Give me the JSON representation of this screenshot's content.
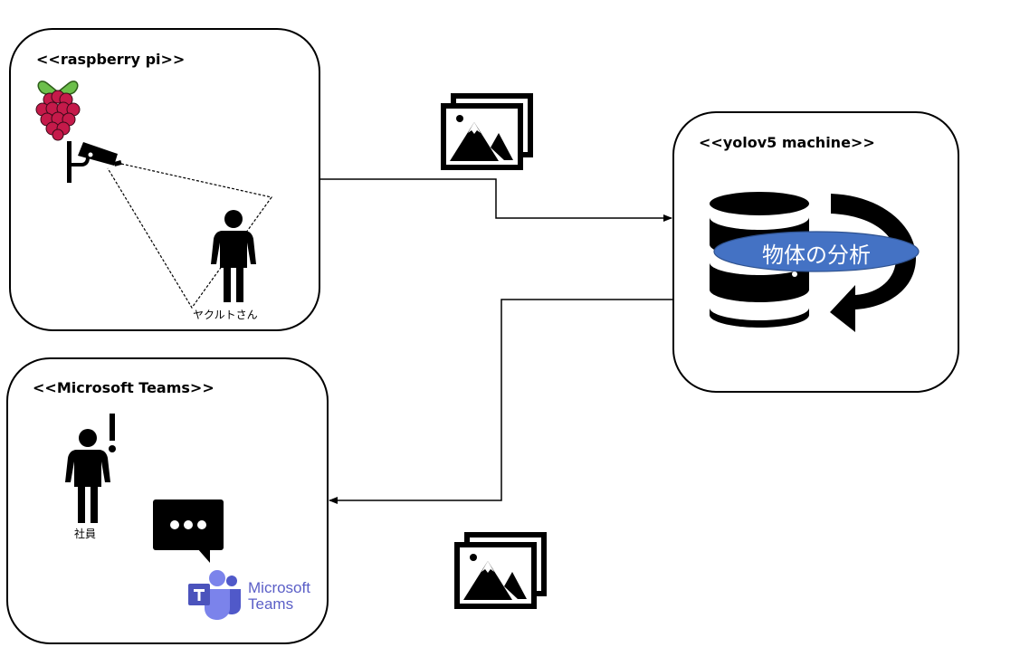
{
  "diagram": {
    "nodes": {
      "raspberry_pi": {
        "title": "<<raspberry pi>>",
        "icons": [
          "raspberry-pi-logo",
          "security-camera",
          "person"
        ],
        "person_label": "ヤクルトさん"
      },
      "yolov5_machine": {
        "title": "<<yolov5 machine>>",
        "icons": [
          "database",
          "circular-arrow"
        ],
        "process_label": "物体の分析",
        "process_color": "#4472c4"
      },
      "microsoft_teams": {
        "title": "<<Microsoft Teams>>",
        "icons": [
          "person-alert",
          "chat-bubble",
          "teams-logo"
        ],
        "person_label": "社員",
        "logo_text_line1": "Microsoft",
        "logo_text_line2": "Teams",
        "brand_color": "#5b5fc7"
      }
    },
    "edges": [
      {
        "from": "raspberry_pi",
        "to": "yolov5_machine",
        "payload_icon": "images-icon"
      },
      {
        "from": "yolov5_machine",
        "to": "microsoft_teams",
        "payload_icon": "images-icon"
      }
    ]
  }
}
